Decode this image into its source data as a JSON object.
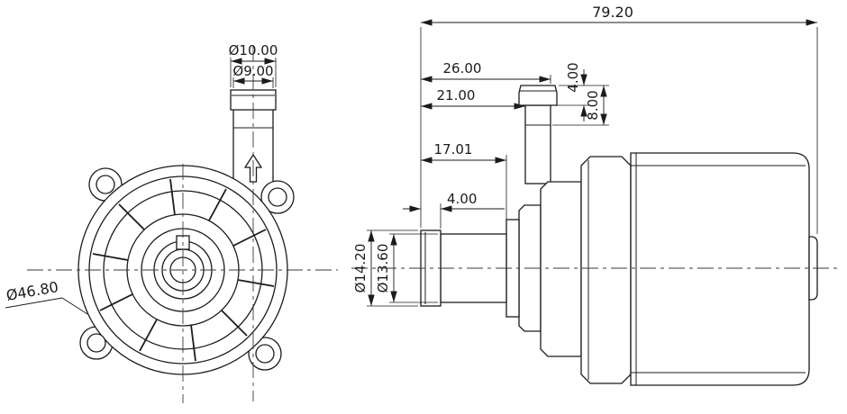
{
  "drawing": {
    "subject": "Centrifugal water pump - two-view dimensioned engineering drawing",
    "background_color": "#ffffff",
    "line_color": "#1b1b1b",
    "front_view": {
      "housing_diameter": "Ø46.80",
      "outlet_outer_dia": "Ø10.00",
      "outlet_inner_dia": "Ø9.00"
    },
    "side_view": {
      "overall_length": "79.20",
      "outlet_offset_far": "26.00",
      "outlet_offset_near": "21.00",
      "inlet_length": "17.01",
      "inlet_tip_length": "4.00",
      "outlet_tip_height": "4.00",
      "outlet_barb_height": "8.00",
      "inlet_outer_dia": "Ø14.20",
      "inlet_inner_dia": "Ø13.60"
    }
  }
}
